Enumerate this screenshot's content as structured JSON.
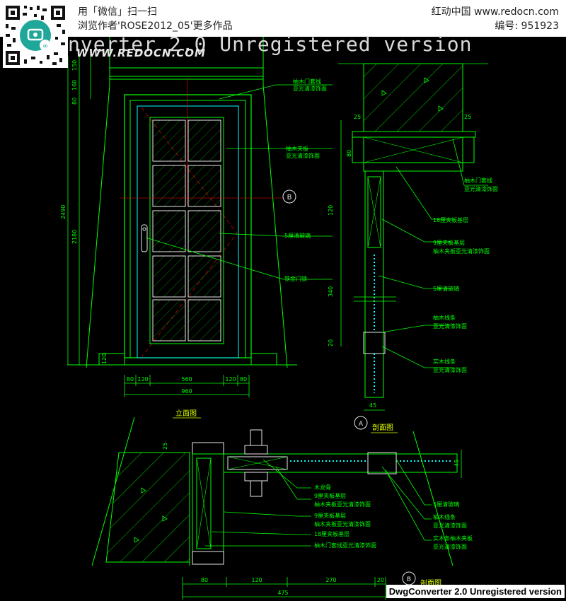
{
  "header": {
    "wechat_line": "用「微信」扫一扫",
    "author_line": "浏览作者'ROSE2012_05'更多作品",
    "site_line": "红动中国 www.redocn.com",
    "id_line": "编号: 951923"
  },
  "watermarks": {
    "top": "nverter 2.0 Unregistered version",
    "logo": "WWW.REDOCN.COM",
    "bottom": "DwgConverter 2.0 Unregistered version"
  },
  "drawing": {
    "elevation": {
      "title": "立面图",
      "dims_vertical": [
        "150",
        "160",
        "80",
        "2490",
        "2180",
        "120"
      ],
      "dims_horizontal": [
        "80",
        "120",
        "560",
        "120",
        "80"
      ],
      "width_total": "960",
      "callouts": [
        "柚木门套线",
        "亚光清漆饰面",
        "柚木夹板",
        "亚光清漆饰面",
        "5厘清玻璃",
        "铁金门锁"
      ],
      "section_marker": "B"
    },
    "side_section": {
      "title": "剖面图",
      "marker": "A",
      "dims_vertical": [
        "25",
        "80",
        "120",
        "340",
        "20"
      ],
      "dims_top": [
        "25",
        "25"
      ],
      "dim_bottom": "45",
      "callouts": [
        "柚木门套线",
        "亚光清漆饰面",
        "18厘夹板基层",
        "9厘夹板基层",
        "柚木夹板亚光清漆饰面",
        "5厘清玻璃",
        "柚木线条",
        "亚光清漆饰面",
        "实木线条",
        "亚光清漆饰面"
      ]
    },
    "plan_section": {
      "title": "剖面图",
      "marker": "B",
      "dim_left": "25",
      "dim_right": "45",
      "dims_bottom": [
        "80",
        "120",
        "270",
        "20"
      ],
      "total": "475",
      "callouts_left": [
        "木龙骨",
        "9厘夹板基层",
        "柚木夹板亚光清漆饰面",
        "9厘夹板基层",
        "柚木夹板亚光清漆饰面",
        "18厘夹板基层",
        "柚木门套线亚光清漆饰面"
      ],
      "callouts_right": [
        "5厘清玻璃",
        "柚木线条",
        "亚光清漆饰面",
        "实木条柚木夹板",
        "亚光清漆饰面"
      ]
    }
  },
  "colors": {
    "line": "#00ff00",
    "cyan": "#00ffff",
    "yellow": "#e0ff00",
    "white": "#e8e8e8",
    "red": "#ff0000"
  }
}
